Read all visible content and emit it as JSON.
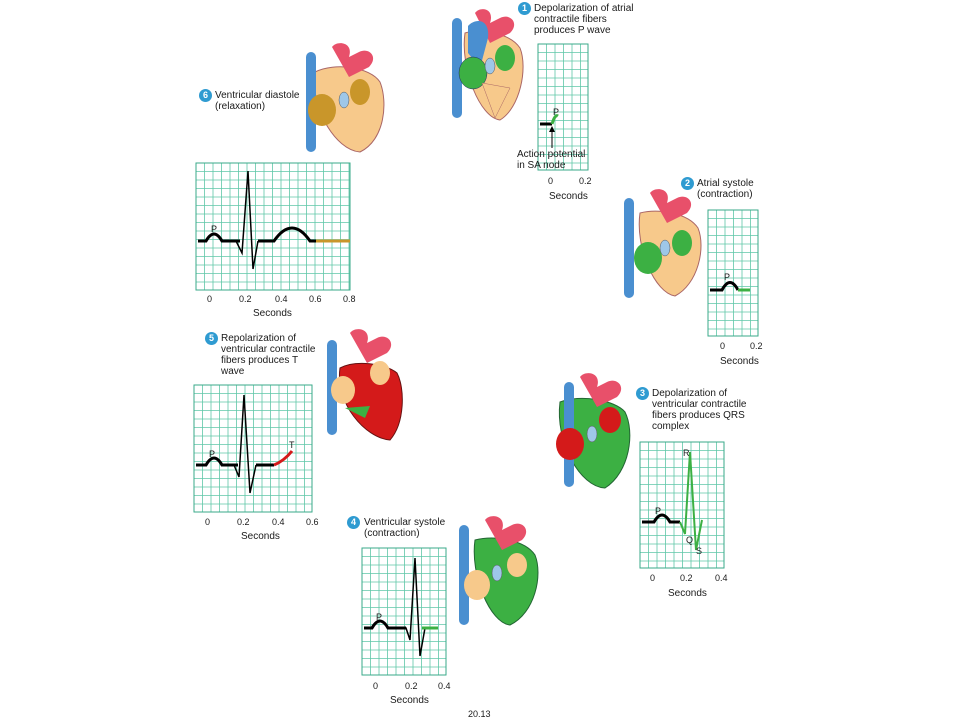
{
  "figure_number": "20.13",
  "colors": {
    "badge": "#2f9bd1",
    "grid": "#5fc7a8",
    "trace": "#000000",
    "p_wave_green": "#3cb043",
    "t_wave_red": "#d41a1a",
    "diastole_gold": "#c9962a"
  },
  "steps": [
    {
      "number": "1",
      "lines": [
        "Depolarization of atrial",
        "contractile fibers",
        "produces P wave"
      ],
      "annotation": [
        "Action potential",
        "in SA node"
      ],
      "wave_label": "P",
      "ticks": [
        "0",
        "0.2"
      ],
      "xlabel": "Seconds"
    },
    {
      "number": "2",
      "lines": [
        "Atrial systole",
        "(contraction)"
      ],
      "wave_label": "P",
      "ticks": [
        "0",
        "0.2"
      ],
      "xlabel": "Seconds"
    },
    {
      "number": "3",
      "lines": [
        "Depolarization of",
        "ventricular contractile",
        "fibers produces QRS",
        "complex"
      ],
      "wave_labels": [
        "P",
        "R",
        "Q",
        "S"
      ],
      "ticks": [
        "0",
        "0.2",
        "0.4"
      ],
      "xlabel": "Seconds"
    },
    {
      "number": "4",
      "lines": [
        "Ventricular systole",
        "(contraction)"
      ],
      "wave_label": "P",
      "ticks": [
        "0",
        "0.2",
        "0.4"
      ],
      "xlabel": "Seconds"
    },
    {
      "number": "5",
      "lines": [
        "Repolarization of",
        "ventricular contractile",
        "fibers produces T",
        "wave"
      ],
      "wave_labels": [
        "P",
        "T"
      ],
      "ticks": [
        "0",
        "0.2",
        "0.4",
        "0.6"
      ],
      "xlabel": "Seconds"
    },
    {
      "number": "6",
      "lines": [
        "Ventricular diastole",
        "(relaxation)"
      ],
      "wave_label": "P",
      "ticks": [
        "0",
        "0.2",
        "0.4",
        "0.6",
        "0.8"
      ],
      "xlabel": "Seconds"
    }
  ]
}
